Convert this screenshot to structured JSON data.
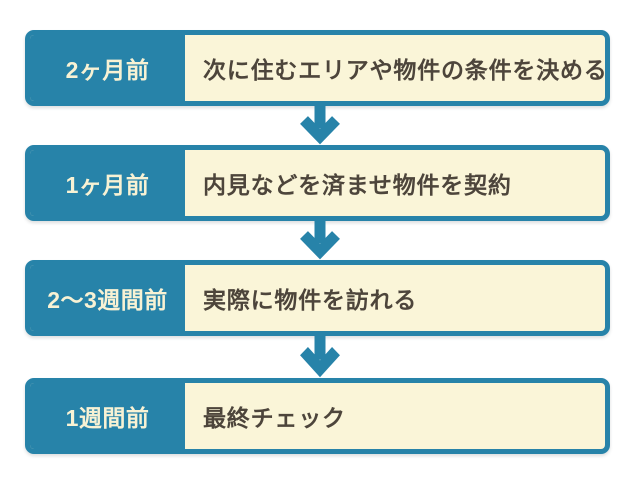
{
  "flow": {
    "steps": [
      {
        "time": "2ヶ月前",
        "task": "次に住むエリアや物件の条件を決める"
      },
      {
        "time": "1ヶ月前",
        "task": "内見などを済ませ物件を契約"
      },
      {
        "time": "2〜3週間前",
        "task": "実際に物件を訪れる"
      },
      {
        "time": "1週間前",
        "task": "最終チェック"
      }
    ],
    "connector_icon": "down-arrow-icon",
    "colors": {
      "accent_teal": "#2783A9",
      "panel_cream": "#FAF5D8",
      "label_text": "#F8F2D4",
      "task_text": "#4D453B",
      "background": "#FFFFFF"
    }
  }
}
